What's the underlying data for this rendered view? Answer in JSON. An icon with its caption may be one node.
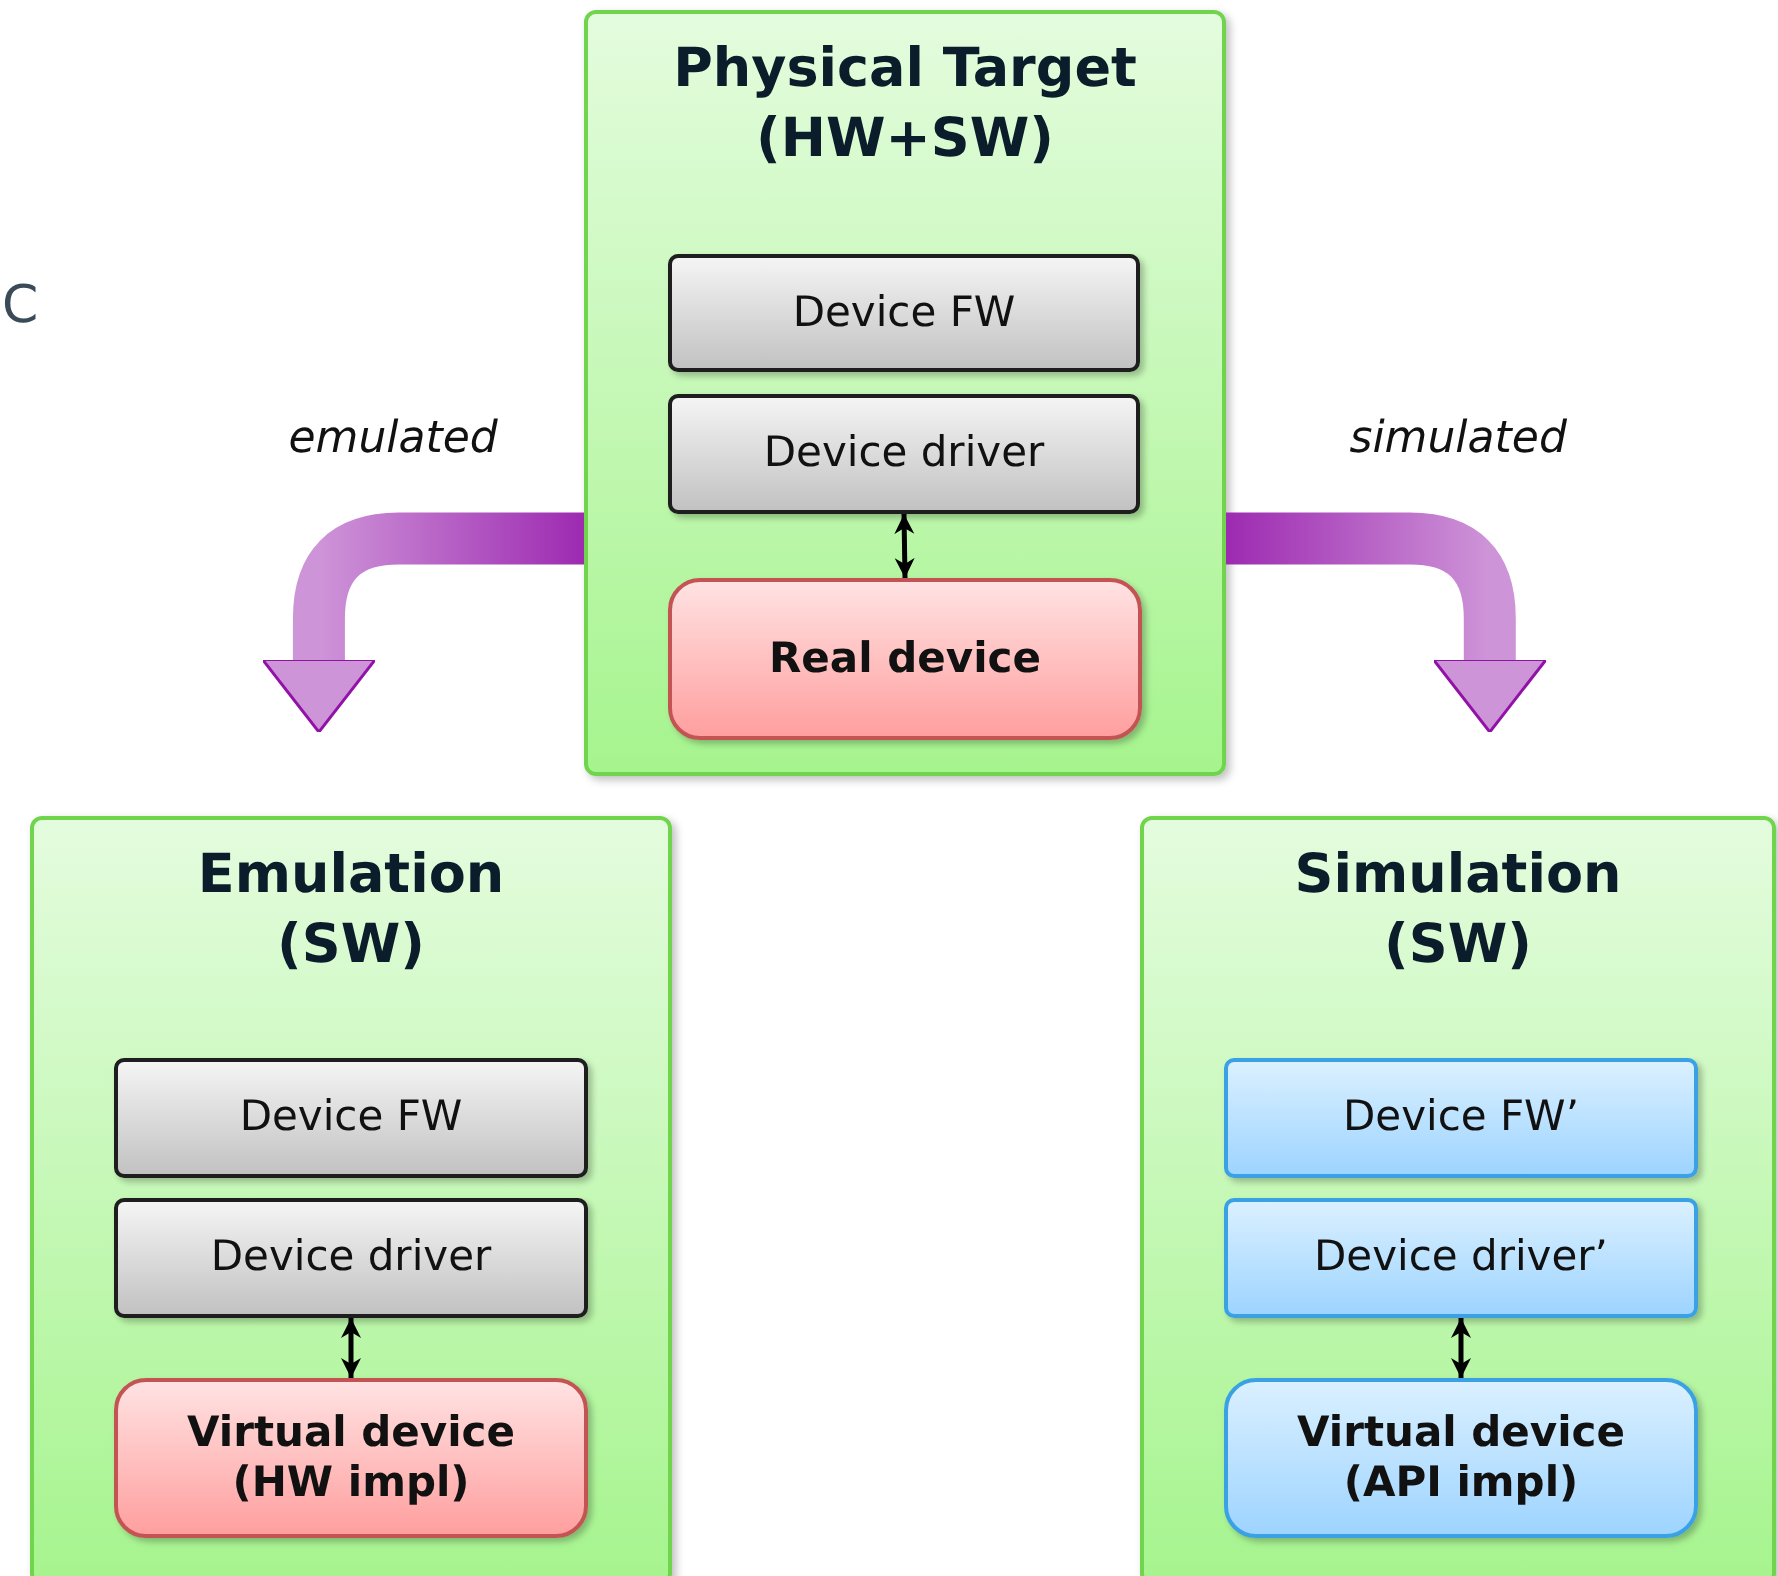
{
  "diagram": {
    "nodes": [
      {
        "text": [
          "Physical Target (HW+SW)"
        ]
      },
      {
        "text": [
          "Device FW"
        ],
        "in": 0
      },
      {
        "text": [
          "Device driver"
        ],
        "in": 0
      },
      {
        "text": [
          "Real device"
        ],
        "in": 0
      },
      {
        "text": [
          "Emulation (SW)"
        ]
      },
      {
        "text": [
          "Device FW"
        ],
        "in": 4
      },
      {
        "text": [
          "Device driver"
        ],
        "in": 4
      },
      {
        "text": [
          "Virtual device (HW impl)"
        ],
        "in": 4
      },
      {
        "text": [
          "Simulation (SW)"
        ]
      },
      {
        "text": [
          "Device FW’"
        ],
        "in": 8
      },
      {
        "text": [
          "Device driver’"
        ],
        "in": 8
      },
      {
        "text": [
          "Virtual device (API impl)"
        ],
        "in": 8
      }
    ],
    "edges": [
      {
        "from": 2,
        "to": 3,
        "arrow": "both"
      },
      {
        "from": 0,
        "to": 4,
        "arrow": "to",
        "label": "emulated",
        "style": "thick",
        "color": "#9212a8"
      },
      {
        "from": 6,
        "to": 7,
        "arrow": "both"
      },
      {
        "from": 0,
        "to": 8,
        "arrow": "to",
        "label": "simulated",
        "style": "thick",
        "color": "#9212a8"
      },
      {
        "from": 10,
        "to": 11,
        "arrow": "both"
      }
    ],
    "labels": [
      "C"
    ]
  }
}
